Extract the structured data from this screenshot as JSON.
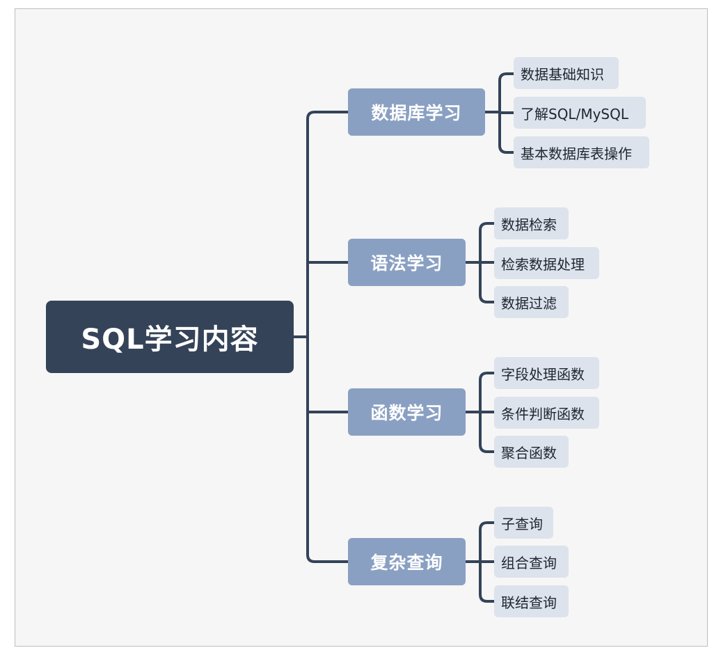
{
  "colors": {
    "root_bg": "#344358",
    "branch_bg": "#8aa0c2",
    "leaf_bg": "#dde3ec",
    "connector": "#344358",
    "canvas_bg": "#f6f6f6"
  },
  "root": {
    "label": "SQL学习内容"
  },
  "branches": [
    {
      "label": "数据库学习",
      "children": [
        "数据基础知识",
        "了解SQL/MySQL",
        "基本数据库表操作"
      ]
    },
    {
      "label": "语法学习",
      "children": [
        "数据检索",
        "检索数据处理",
        "数据过滤"
      ]
    },
    {
      "label": "函数学习",
      "children": [
        "字段处理函数",
        "条件判断函数",
        "聚合函数"
      ]
    },
    {
      "label": "复杂查询",
      "children": [
        "子查询",
        "组合查询",
        "联结查询"
      ]
    }
  ]
}
